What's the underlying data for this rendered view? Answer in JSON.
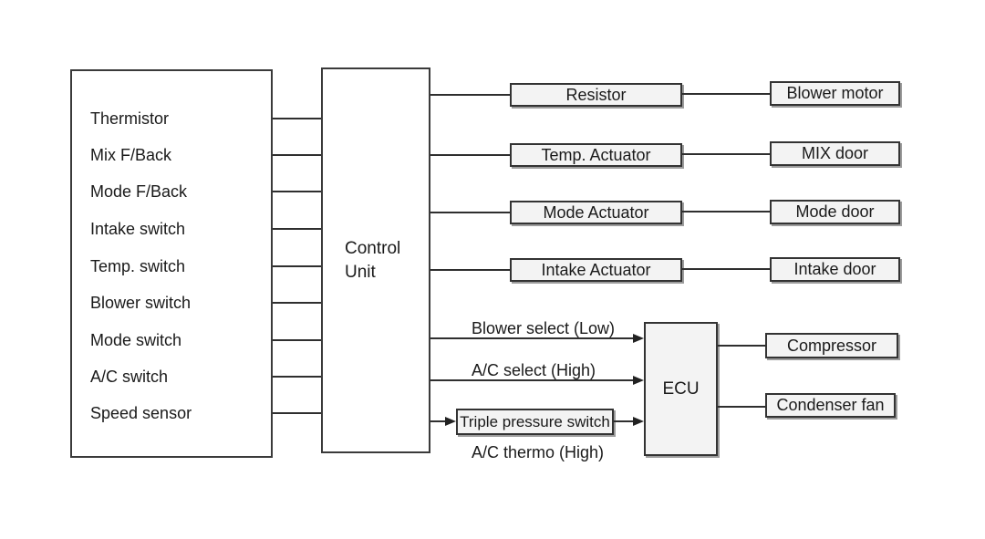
{
  "left_panel": {
    "items": [
      "Thermistor",
      "Mix F/Back",
      "Mode F/Back",
      "Intake switch",
      "Temp. switch",
      "Blower switch",
      "Mode switch",
      "A/C switch",
      "Speed sensor"
    ]
  },
  "control_unit": {
    "label": "Control\nUnit"
  },
  "rows": [
    {
      "mid": "Resistor",
      "right": "Blower motor"
    },
    {
      "mid": "Temp. Actuator",
      "right": "MIX door"
    },
    {
      "mid": "Mode Actuator",
      "right": "Mode door"
    },
    {
      "mid": "Intake Actuator",
      "right": "Intake door"
    }
  ],
  "ecu": {
    "label": "ECU",
    "signals": [
      "Blower select (Low)",
      "A/C select (High)"
    ],
    "pressure_switch": "Triple pressure switch",
    "thermo_label": "A/C thermo (High)",
    "outputs": [
      "Compressor",
      "Condenser fan"
    ]
  },
  "icons": {
    "arrowhead": "right-pointing-triangle"
  },
  "colors": {
    "background": "#ffffff",
    "line": "#2f2f2f",
    "box_border": "#333333",
    "box_fill": "#f3f3f3",
    "shadow": "#9c9c9c",
    "text": "#1a1a1a"
  }
}
